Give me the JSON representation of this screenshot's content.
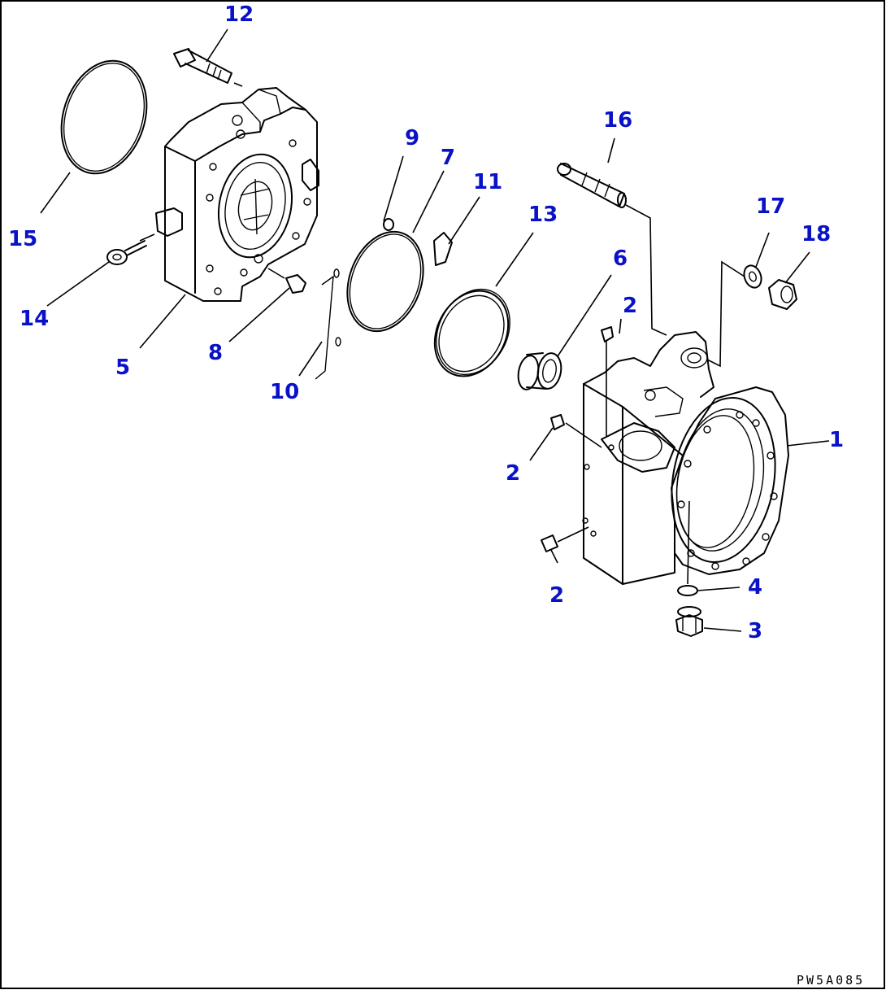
{
  "diagram": {
    "drawing_code": "PW5A085",
    "callouts": [
      {
        "id": "c1",
        "label": "1"
      },
      {
        "id": "c2a",
        "label": "2"
      },
      {
        "id": "c2b",
        "label": "2"
      },
      {
        "id": "c2c",
        "label": "2"
      },
      {
        "id": "c3",
        "label": "3"
      },
      {
        "id": "c4",
        "label": "4"
      },
      {
        "id": "c5",
        "label": "5"
      },
      {
        "id": "c6",
        "label": "6"
      },
      {
        "id": "c7",
        "label": "7"
      },
      {
        "id": "c8",
        "label": "8"
      },
      {
        "id": "c9",
        "label": "9"
      },
      {
        "id": "c10",
        "label": "10"
      },
      {
        "id": "c11",
        "label": "11"
      },
      {
        "id": "c12",
        "label": "12"
      },
      {
        "id": "c13",
        "label": "13"
      },
      {
        "id": "c14",
        "label": "14"
      },
      {
        "id": "c15",
        "label": "15"
      },
      {
        "id": "c16",
        "label": "16"
      },
      {
        "id": "c17",
        "label": "17"
      },
      {
        "id": "c18",
        "label": "18"
      }
    ],
    "colors": {
      "callout": "#0a12c8",
      "line": "#000000",
      "background": "#ffffff"
    }
  }
}
